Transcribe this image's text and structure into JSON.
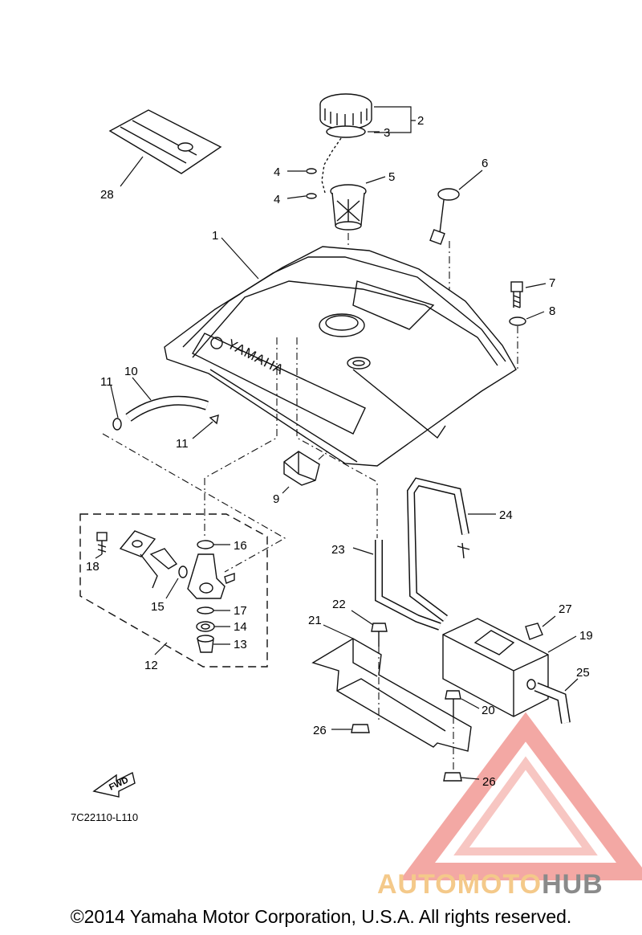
{
  "diagram": {
    "code": "7C22110-L110",
    "fwd_label": "FWD",
    "tank_brand": "YAMAHA",
    "callouts": {
      "c1": "1",
      "c2": "2",
      "c3": "3",
      "c4a": "4",
      "c4b": "4",
      "c5": "5",
      "c6": "6",
      "c7": "7",
      "c8": "8",
      "c9": "9",
      "c10": "10",
      "c11a": "11",
      "c11b": "11",
      "c12": "12",
      "c13": "13",
      "c14": "14",
      "c15": "15",
      "c16": "16",
      "c17": "17",
      "c18": "18",
      "c19": "19",
      "c20": "20",
      "c21": "21",
      "c22": "22",
      "c23": "23",
      "c24": "24",
      "c25": "25",
      "c26a": "26",
      "c26b": "26",
      "c27": "27",
      "c28": "28"
    }
  },
  "watermark": {
    "part1": "AUTOMOTO",
    "part2": "HUB",
    "color_light": "#f4c98a",
    "color_red": "#ef8b86",
    "color_gray": "#8a8a8a"
  },
  "footer": {
    "copyright": "©2014 Yamaha Motor Corporation, U.S.A. All rights reserved."
  }
}
